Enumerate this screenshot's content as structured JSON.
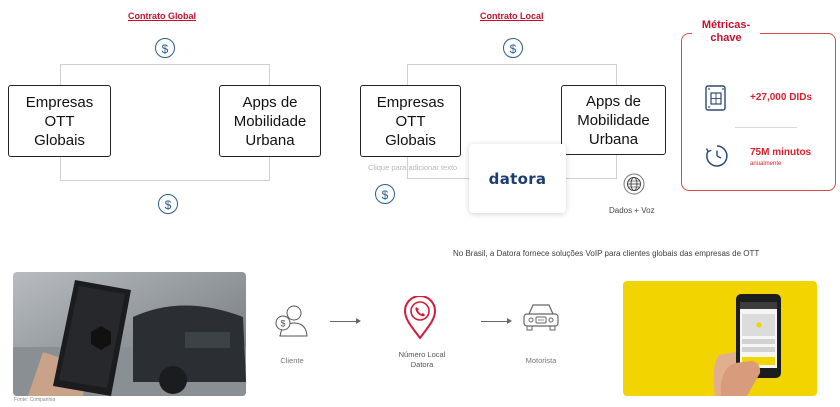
{
  "global": {
    "title": "Contrato Global",
    "left_box": "Empresas\nOTT\nGlobais",
    "right_box": "Apps de\nMobilidade\nUrbana",
    "currency_symbol": "$"
  },
  "local": {
    "title": "Contrato Local",
    "left_box": "Empresas\nOTT\nGlobais",
    "right_box": "Apps de\nMobilidade\nUrbana",
    "currency_symbol": "$",
    "placeholder_hint": "Clique para adicionar texto",
    "datora_logo": "datora",
    "data_voice_label": "Dados + Voz"
  },
  "metrics": {
    "title": "Métricas-\nchave",
    "items": [
      {
        "icon": "sim-card-icon",
        "value": "+27,000 DIDs",
        "sub": ""
      },
      {
        "icon": "clock-icon",
        "value": "75M minutos",
        "sub": "anualmente"
      }
    ]
  },
  "caption": "No Brasil, a Datora fornece soluções VoIP para clientes globais das empresas de OTT",
  "flow": {
    "client_label": "Cliente",
    "number_label": "Número Local\nDatora",
    "driver_label": "Motorista"
  },
  "source_note": "Fonte: Companhia",
  "colors": {
    "accent": "#c8102e",
    "icon_blue": "#2a5d8f",
    "brand_navy": "#1d3d6e",
    "banner_yellow": "#f1d400"
  }
}
